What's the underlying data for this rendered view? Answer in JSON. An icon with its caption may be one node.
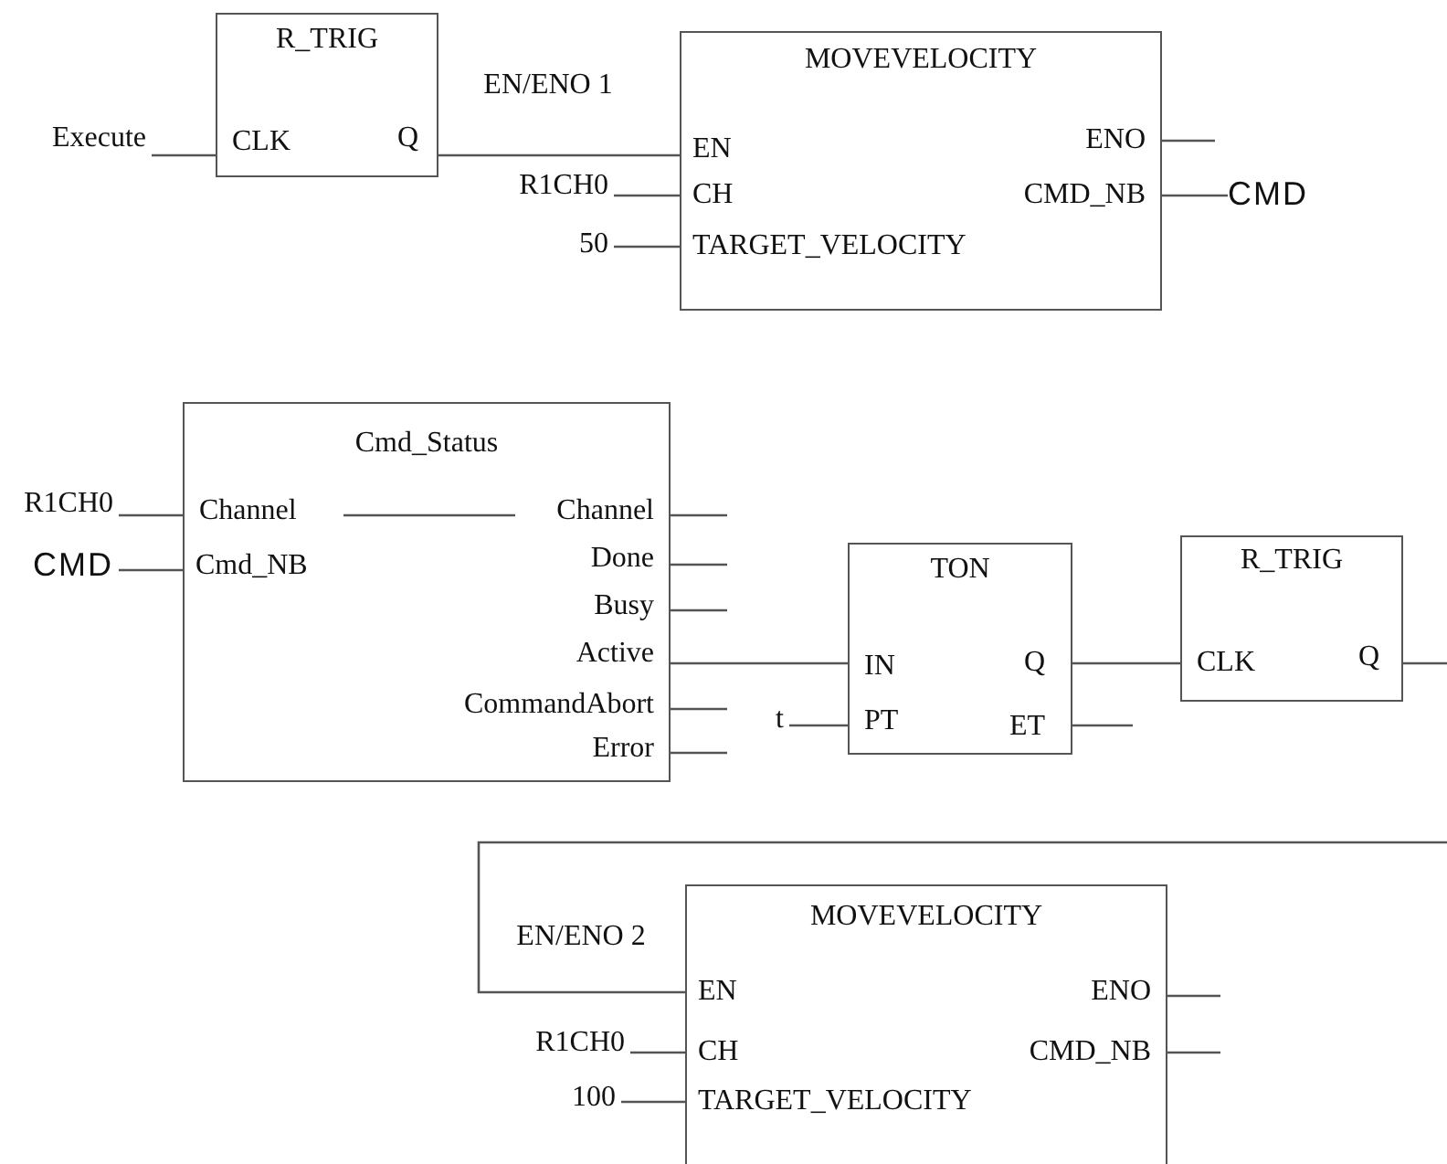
{
  "diagram": {
    "nodes": [
      {
        "text": [
          "R_TRIG",
          "CLK",
          "Q"
        ]
      },
      {
        "text": [
          "Execute"
        ]
      },
      {
        "text": [
          "MOVEVELOCITY",
          "EN",
          "CH",
          "TARGET_VELOCITY",
          "ENO",
          "CMD_NB"
        ]
      },
      {
        "text": [
          "R1CH0"
        ]
      },
      {
        "text": [
          "50"
        ]
      },
      {
        "text": [
          "CMD"
        ]
      },
      {
        "text": [
          "Cmd_Status",
          "Channel",
          "Cmd_NB",
          "Channel",
          "Done",
          "Busy",
          "Active",
          "CommandAbort",
          "Error"
        ]
      },
      {
        "text": [
          "R1CH0"
        ]
      },
      {
        "text": [
          "CMD"
        ]
      },
      {
        "text": [
          "TON",
          "IN",
          "PT",
          "Q",
          "ET"
        ]
      },
      {
        "text": [
          "t"
        ]
      },
      {
        "text": [
          "R_TRIG",
          "CLK",
          "Q"
        ]
      },
      {
        "text": [
          "MOVEVELOCITY",
          "EN",
          "CH",
          "TARGET_VELOCITY",
          "ENO",
          "CMD_NB"
        ]
      },
      {
        "text": [
          "R1CH0"
        ]
      },
      {
        "text": [
          "100"
        ]
      }
    ],
    "edges": [
      {
        "from": 1,
        "to": 0,
        "arrow": "none"
      },
      {
        "from": 0,
        "to": 2,
        "arrow": "none",
        "label": "EN/ENO 1"
      },
      {
        "from": 3,
        "to": 2,
        "arrow": "none"
      },
      {
        "from": 4,
        "to": 2,
        "arrow": "none"
      },
      {
        "from": 2,
        "to": null,
        "arrow": "none"
      },
      {
        "from": 2,
        "to": 5,
        "arrow": "none"
      },
      {
        "from": 7,
        "to": 6,
        "arrow": "none"
      },
      {
        "from": 8,
        "to": 6,
        "arrow": "none"
      },
      {
        "from": 6,
        "to": null,
        "arrow": "none"
      },
      {
        "from": 6,
        "to": null,
        "arrow": "none"
      },
      {
        "from": 6,
        "to": null,
        "arrow": "none"
      },
      {
        "from": 6,
        "to": 9,
        "arrow": "none"
      },
      {
        "from": 6,
        "to": null,
        "arrow": "none"
      },
      {
        "from": 6,
        "to": null,
        "arrow": "none"
      },
      {
        "from": 10,
        "to": 9,
        "arrow": "none"
      },
      {
        "from": 9,
        "to": 11,
        "arrow": "none"
      },
      {
        "from": 9,
        "to": null,
        "arrow": "none"
      },
      {
        "from": 11,
        "to": null,
        "arrow": "none"
      },
      {
        "from": null,
        "to": 12,
        "arrow": "none",
        "label": "EN/ENO 2"
      },
      {
        "from": 13,
        "to": 12,
        "arrow": "none"
      },
      {
        "from": 14,
        "to": 12,
        "arrow": "none"
      },
      {
        "from": 12,
        "to": null,
        "arrow": "none"
      },
      {
        "from": 12,
        "to": null,
        "arrow": "none"
      }
    ]
  }
}
